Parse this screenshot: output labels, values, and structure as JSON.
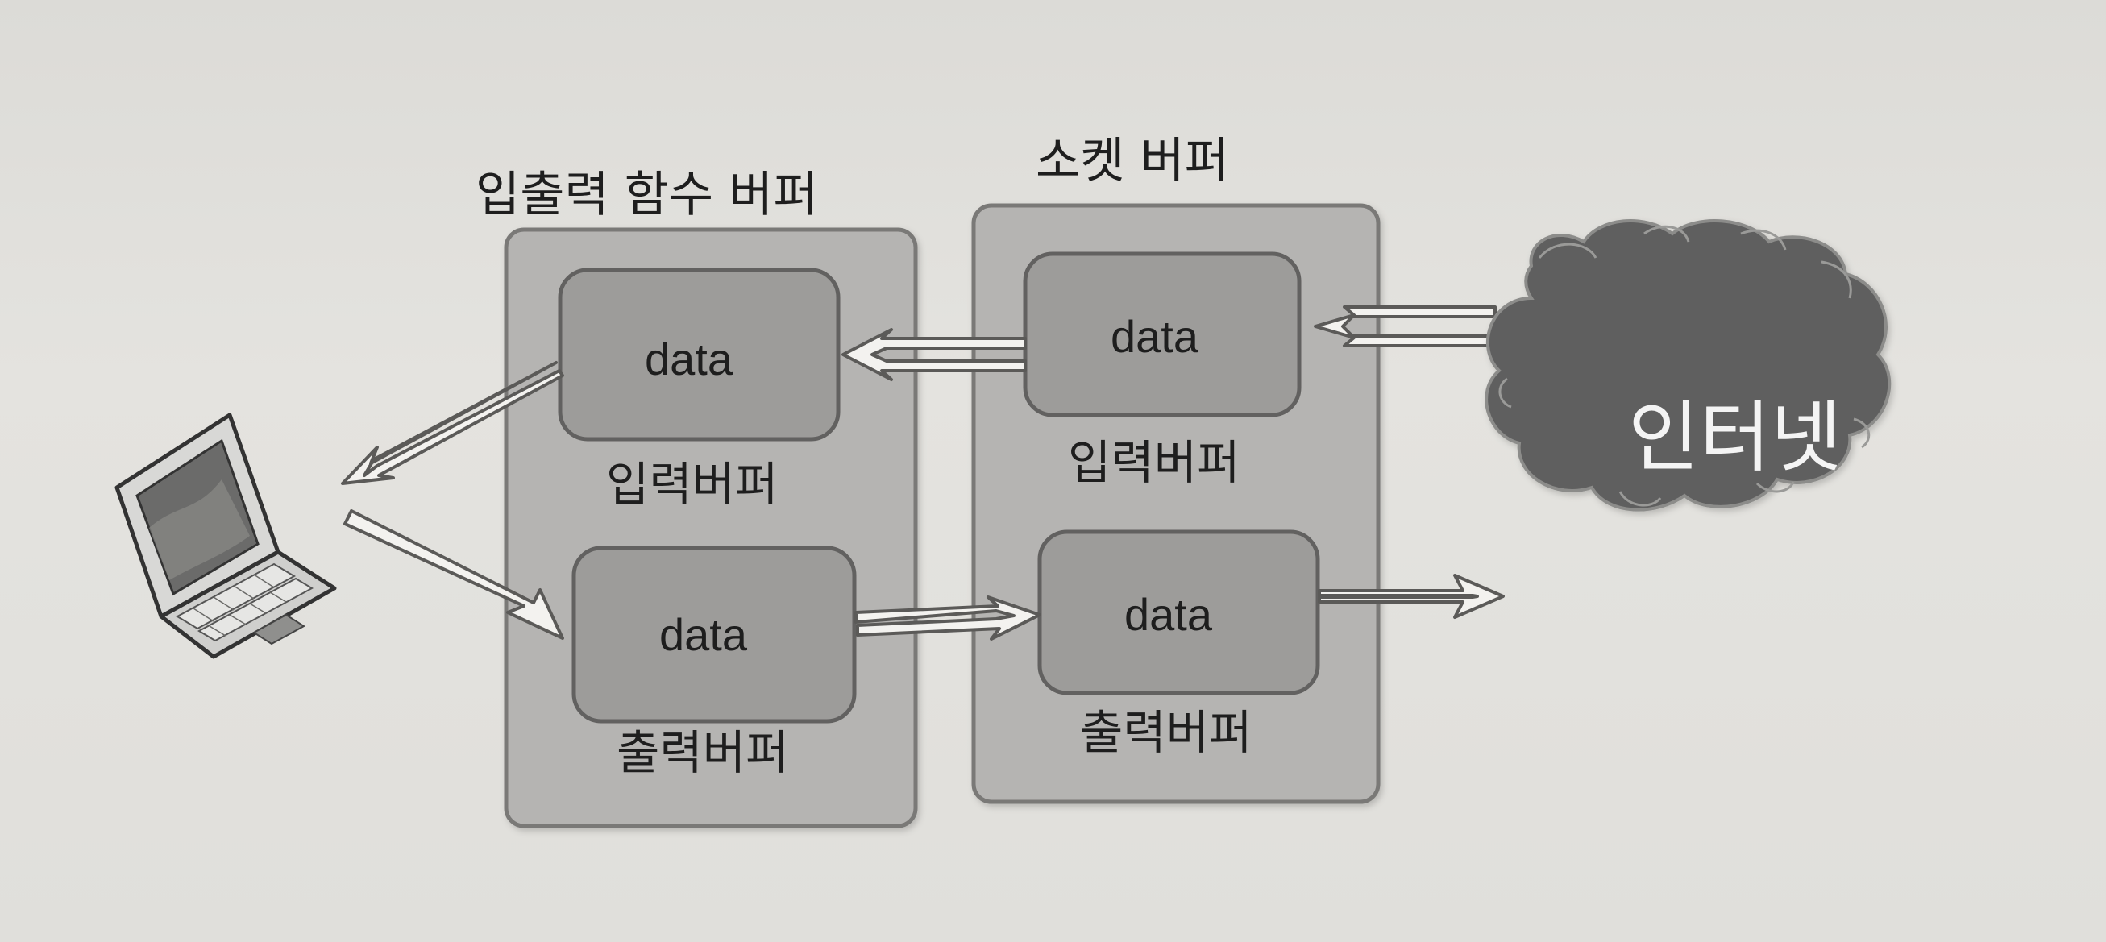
{
  "io_function_buffer": {
    "title": "입출력 함수 버퍼",
    "input": {
      "data": "data",
      "label": "입력버퍼"
    },
    "output": {
      "data": "data",
      "label": "출력버퍼"
    }
  },
  "socket_buffer": {
    "title": "소켓 버퍼",
    "input": {
      "data": "data",
      "label": "입력버퍼"
    },
    "output": {
      "data": "data",
      "label": "출력버퍼"
    }
  },
  "internet": {
    "label": "인터넷"
  },
  "colors": {
    "group_fill": "#b5b4b2",
    "buffer_fill": "#9d9c9a",
    "cloud_fill": "#5e5e5e",
    "arrow_fill": "#f3f2ef"
  }
}
